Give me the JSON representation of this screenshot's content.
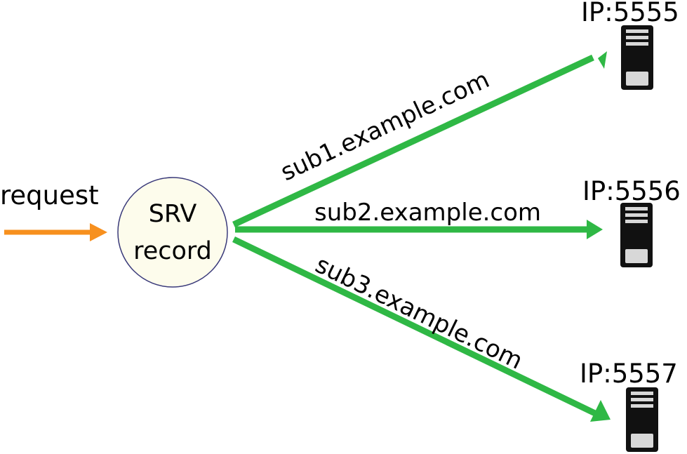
{
  "request_label": "request",
  "record": {
    "line1": "SRV",
    "line2": "record",
    "fill": "#fdfcec",
    "stroke": "#3a3a7a"
  },
  "colors": {
    "request_arrow": "#f7901e",
    "route_arrow": "#2fb845",
    "server_body": "#111111",
    "server_bay": "#d8d8d8"
  },
  "routes": [
    {
      "label": "sub1.example.com",
      "target": "IP:5555"
    },
    {
      "label": "sub2.example.com",
      "target": "IP:5556"
    },
    {
      "label": "sub3.example.com",
      "target": "IP:5557"
    }
  ],
  "server_icon": "server-tower-icon"
}
